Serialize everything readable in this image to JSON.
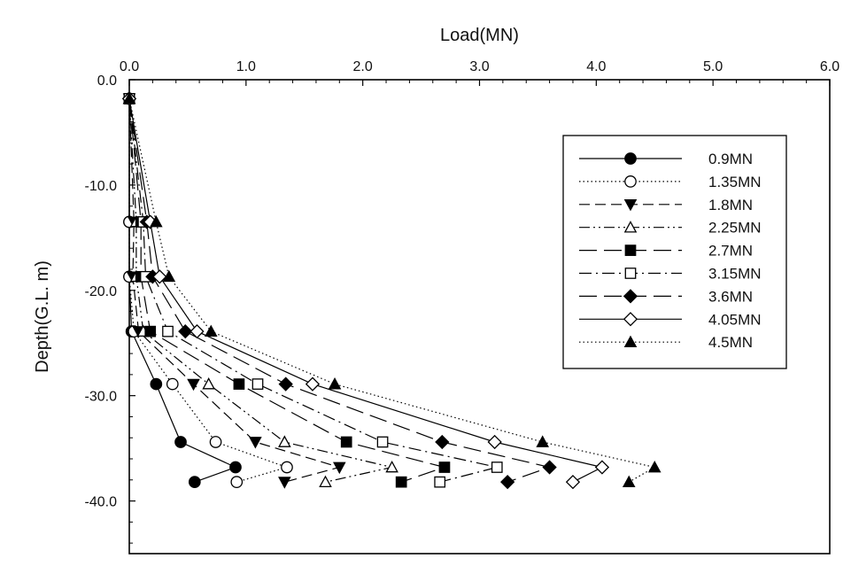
{
  "chart_data": {
    "type": "line",
    "title": "",
    "xlabel": "Load(MN)",
    "ylabel": "Depth(G.L. m)",
    "xlim": [
      0,
      6
    ],
    "ylim": [
      0,
      -45
    ],
    "x_ticks": [
      "0.0",
      "1.0",
      "2.0",
      "3.0",
      "4.0",
      "5.0",
      "6.0"
    ],
    "y_ticks": [
      "0.0",
      "-10.0",
      "-20.0",
      "-30.0",
      "-40.0"
    ],
    "depths": [
      -1.8,
      -13.5,
      -18.7,
      -23.9,
      -28.9,
      -34.4,
      -36.8,
      -38.2
    ],
    "grid": false,
    "legend_position": "top-right",
    "series": [
      {
        "name": "0.9MN",
        "marker": "circle-filled",
        "line": "solid",
        "x": [
          0,
          0.0,
          0.0,
          0.02,
          0.23,
          0.44,
          0.91,
          0.56
        ]
      },
      {
        "name": "1.35MN",
        "marker": "circle-open",
        "line": "dotted",
        "x": [
          0,
          0.0,
          0.0,
          0.04,
          0.37,
          0.74,
          1.35,
          0.92
        ]
      },
      {
        "name": "1.8MN",
        "marker": "triangle-down-filled",
        "line": "dash",
        "x": [
          0,
          0.04,
          0.03,
          0.08,
          0.55,
          1.08,
          1.8,
          1.33
        ]
      },
      {
        "name": "2.25MN",
        "marker": "triangle-up-open",
        "line": "dash-dot-dot",
        "x": [
          0,
          0.06,
          0.06,
          0.12,
          0.68,
          1.33,
          2.25,
          1.68
        ]
      },
      {
        "name": "2.7MN",
        "marker": "square-filled",
        "line": "long-dash",
        "x": [
          0,
          0.1,
          0.1,
          0.18,
          0.94,
          1.86,
          2.7,
          2.33
        ]
      },
      {
        "name": "3.15MN",
        "marker": "square-open",
        "line": "dash-dot",
        "x": [
          0,
          0.12,
          0.14,
          0.33,
          1.1,
          2.17,
          3.15,
          2.66
        ]
      },
      {
        "name": "3.6MN",
        "marker": "diamond-filled",
        "line": "long-dash",
        "x": [
          0,
          0.15,
          0.2,
          0.48,
          1.34,
          2.68,
          3.6,
          3.24
        ]
      },
      {
        "name": "4.05MN",
        "marker": "diamond-open",
        "line": "solid",
        "x": [
          0,
          0.18,
          0.26,
          0.58,
          1.57,
          3.13,
          4.05,
          3.8
        ]
      },
      {
        "name": "4.5MN",
        "marker": "triangle-up-filled",
        "line": "dotted",
        "x": [
          0,
          0.23,
          0.34,
          0.7,
          1.76,
          3.54,
          4.5,
          4.28
        ]
      }
    ]
  }
}
